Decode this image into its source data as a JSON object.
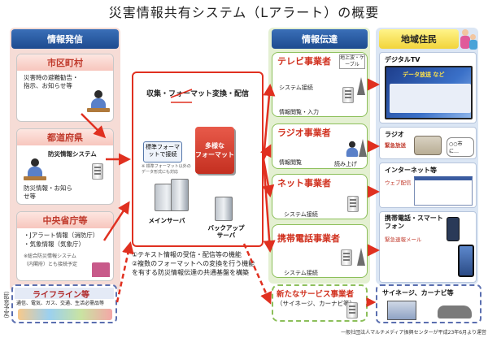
{
  "title": "災害情報共有システム（Lアラート）の概要",
  "columns": {
    "sending": "情報発信",
    "transmission": "情報伝達",
    "residents": "地域住民"
  },
  "senders": [
    {
      "head": "市区町村",
      "text": "災害時の避難勧告・指示、お知らせ等"
    },
    {
      "head": "都道府県",
      "system": "防災情報システム",
      "text": "防災情報・お知らせ等"
    },
    {
      "head": "中央省庁等",
      "lines": [
        "・Jアラート情報（消防庁）",
        "・気象情報（気象庁）",
        "※総合防災情報システム",
        "（内閣府）とも接続予定"
      ]
    }
  ],
  "lifeline": {
    "head": "ライフライン等",
    "text": "通信、電気、ガス、交通、生活必需品等"
  },
  "expansion_label": "（拡充予定）",
  "center": {
    "title": "収集・フォーマット変換・配信",
    "std_box": "標準フォーマットで接続",
    "std_note": "※ 標準フォーマット以外のデータ形式にも対応",
    "multi_box": [
      "多様な",
      "フォーマット"
    ],
    "main_server": "メインサーバ",
    "backup_server": "バックアップサーバ",
    "notes": [
      "①テキスト情報の受信・配信等の機能",
      "②複数のフォーマットへの変換を行う機能",
      "を有する防災情報伝達の共通基盤を構築"
    ]
  },
  "transmitters": [
    {
      "head": "テレビ事業者",
      "tag": "地上波・ケーブル",
      "labels": [
        "システム接続",
        "情報閲覧・入力"
      ]
    },
    {
      "head": "ラジオ事業者",
      "labels": [
        "情報閲覧",
        "読み上げ"
      ]
    },
    {
      "head": "ネット事業者",
      "labels": [
        "システム接続"
      ]
    },
    {
      "head": "携帯電話事業者",
      "labels": [
        "システム接続"
      ]
    },
    {
      "head": "新たなサービス事業者",
      "sub": "（サイネージ、カーナビ等）"
    }
  ],
  "residents": {
    "tv": {
      "label": "デジタルTV",
      "note": "データ放送 など"
    },
    "radio": {
      "label": "ラジオ",
      "bubble": "緊急放送",
      "bubble2": "○○市に…"
    },
    "internet": {
      "label": "インターネット等",
      "note": "ウェブ配信"
    },
    "mobile": {
      "label": "携帯電話・スマートフォン",
      "note": "緊急速報メール"
    },
    "signage": {
      "label": "サイネージ、カーナビ等"
    }
  },
  "credit": "一般社団法人マルチメディア振興センターが平成23年6月より運営",
  "colors": {
    "accent_red": "#e03020",
    "pink": "#f6dcd6",
    "green": "#e4f0d2",
    "blue": "#dbe6f4"
  }
}
